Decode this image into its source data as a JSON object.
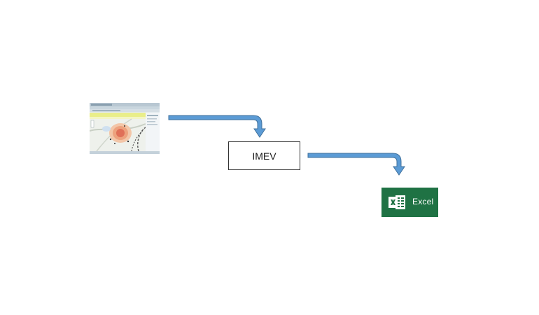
{
  "diagram": {
    "nodes": [
      {
        "id": "source",
        "kind": "screenshot-thumbnail",
        "icon": "map-screenshot-icon"
      },
      {
        "id": "process",
        "kind": "box",
        "label": "IMEV"
      },
      {
        "id": "output",
        "kind": "app-tile",
        "label": "Excel",
        "icon": "excel-icon"
      }
    ],
    "edges": [
      {
        "from": "source",
        "to": "process"
      },
      {
        "from": "process",
        "to": "output"
      }
    ],
    "colors": {
      "arrow_fill": "#5b9bd5",
      "arrow_stroke": "#41719c",
      "excel_green": "#1f7244"
    }
  }
}
